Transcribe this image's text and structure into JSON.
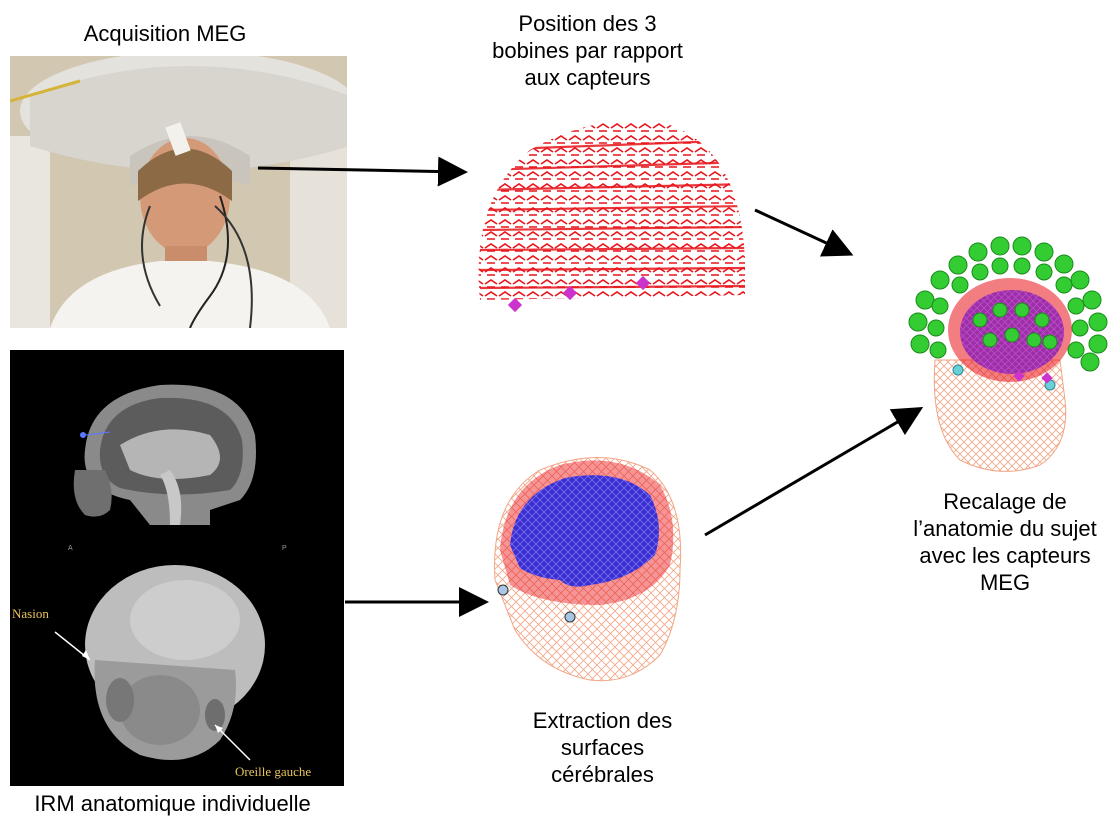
{
  "captions": {
    "meg_acquisition": "Acquisition MEG",
    "coil_position": [
      "Position des 3",
      "bobines par rapport",
      "aux capteurs"
    ],
    "coregistration": [
      "Recalage de",
      "l’anatomie du sujet",
      "avec les capteurs",
      "MEG"
    ],
    "surface_extraction": [
      "Extraction des",
      "surfaces",
      "cérébrales"
    ],
    "mri_individual": "IRM anatomique individuelle"
  },
  "mri_annotations": {
    "nasion": "Nasion",
    "left_ear": "Oreille gauche",
    "mri_corner_left": "A",
    "mri_corner_right": "P"
  },
  "colors": {
    "sensor_red": "#e8141b",
    "coil_magenta": "#cc33cc",
    "helmet_green": "#33cc33",
    "brain_blue": "#3a2fd0",
    "scalp_mesh": "#f2a585",
    "mri_annotation": "#e8c55a"
  }
}
